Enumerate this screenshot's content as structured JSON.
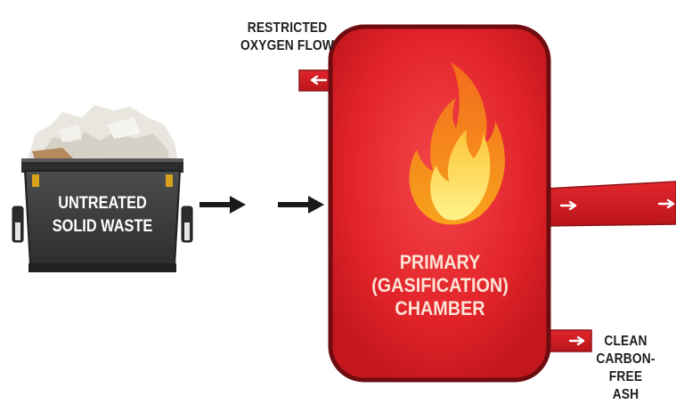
{
  "labels": {
    "oxygen_line1": "RESTRICTED",
    "oxygen_line2": "OXYGEN FLOW",
    "waste_line1": "UNTREATED",
    "waste_line2": "SOLID WASTE",
    "chamber_line1": "PRIMARY",
    "chamber_line2": "(GASIFICATION)",
    "chamber_line3": "CHAMBER",
    "ash_line1": "CLEAN",
    "ash_line2": "CARBON-FREE",
    "ash_line3": "ASH"
  },
  "icons": {
    "dumpster": "dumpster-icon",
    "flame": "flame-icon",
    "flow_arrow": "arrow-right-icon"
  },
  "colors": {
    "chamber_fill": "#e8262a",
    "chamber_border": "#7a0d10",
    "pipe": "#d81f26",
    "flame_outer": "#f7941d",
    "flame_inner": "#ffe76a",
    "arrow": "#1a1a1a",
    "dumpster": "#3b3d3f"
  }
}
